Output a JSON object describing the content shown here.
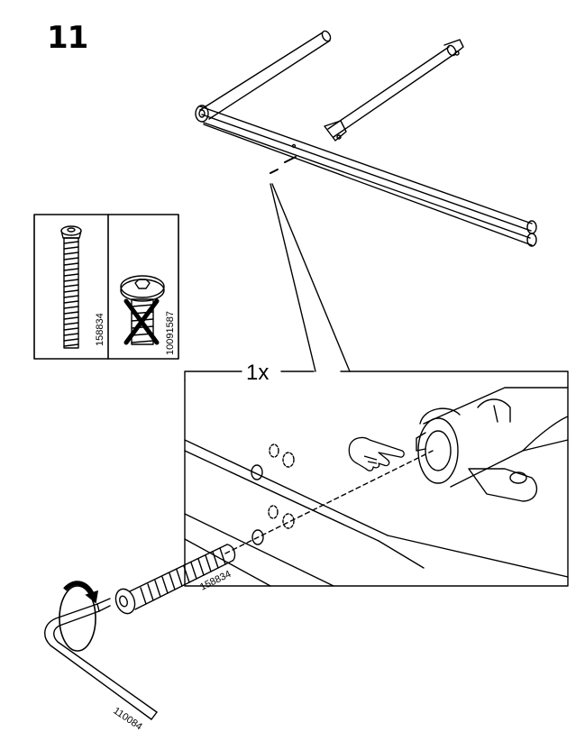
{
  "step": {
    "number": "11"
  },
  "parts": {
    "correct_screw_code": "158834",
    "wrong_screw_code": "10091587",
    "callout_quantity": "1x",
    "callout_screw_code": "158834",
    "allen_key_code": "110084"
  },
  "icons": {
    "hand": "pointing-hand-icon",
    "wrong": "cross-out-icon",
    "rotate": "clockwise-arrow-icon"
  }
}
